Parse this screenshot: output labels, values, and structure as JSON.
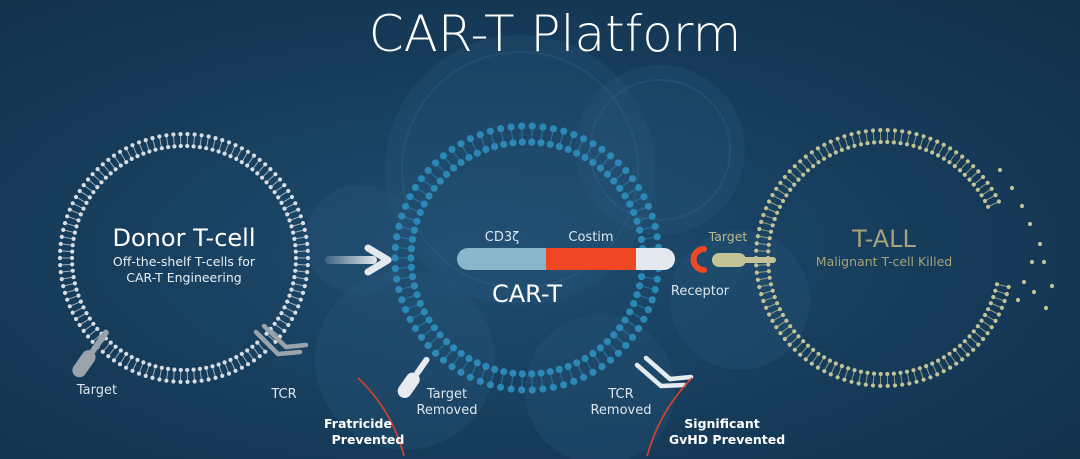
{
  "title": "CAR-T Platform",
  "donor": {
    "title": "Donor T-cell",
    "subtitle_line1": "Off-the-shelf T-cells for",
    "subtitle_line2": "CAR-T Engineering",
    "target_label": "Target",
    "tcr_label": "TCR"
  },
  "cart": {
    "title": "CAR-T",
    "cd3_label": "CD3ζ",
    "costim_label": "Costim",
    "receptor_label": "Receptor",
    "target_removed_line1": "Target",
    "target_removed_line2": "Removed",
    "tcr_removed_line1": "TCR",
    "tcr_removed_line2": "Removed"
  },
  "tall": {
    "title": "T-ALL",
    "subtitle": "Malignant T-cell Killed",
    "target_label": "Target"
  },
  "outcomes": {
    "fratricide_line1": "Fratricide",
    "fratricide_line2": "Prevented",
    "gvhd_line1": "Significant",
    "gvhd_line2": "GvHD Prevented"
  },
  "colors": {
    "donor_membrane": "#d7dde3",
    "cart_membrane": "#2b88b7",
    "tall_membrane": "#c4c397",
    "cd3_bar": "#8ab6cc",
    "costim_bar": "#ef4723",
    "receptor": "#ef4723",
    "outcome_arc": "#d7442a",
    "arrow": "#e4e9ee"
  },
  "icons": {
    "arrow": "right-arrow-icon",
    "target": "target-antigen-icon",
    "tcr": "tcr-receptor-icon",
    "receptor": "car-receptor-icon"
  }
}
